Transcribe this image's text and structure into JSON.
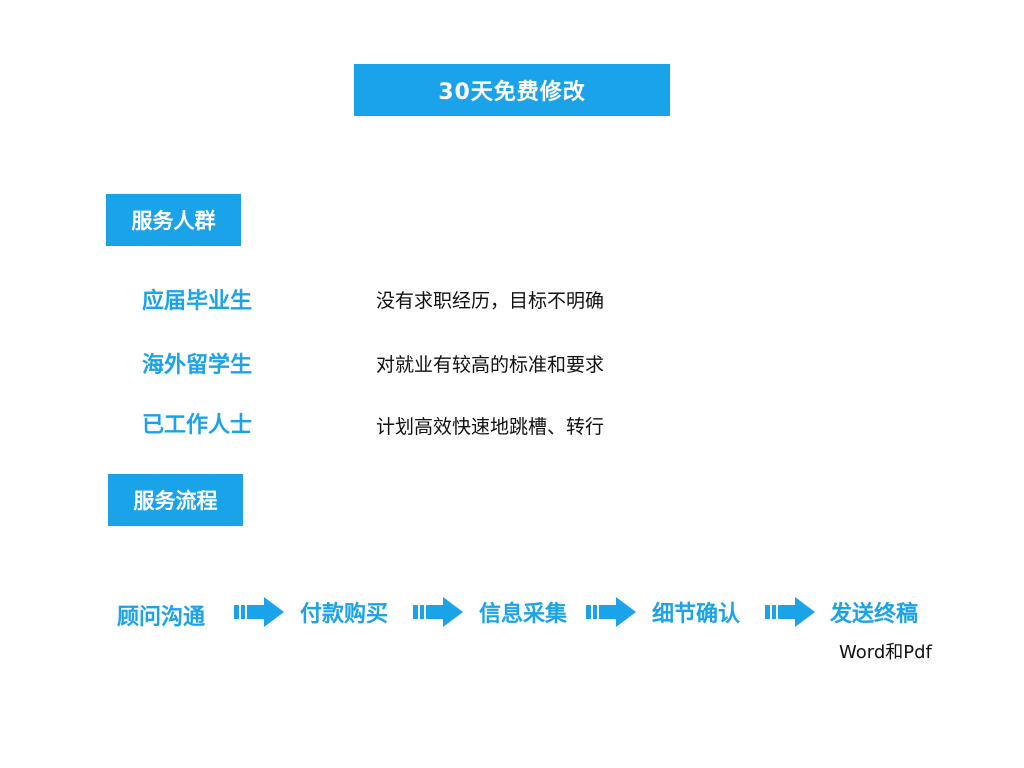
{
  "title": "30天免费修改",
  "audience": {
    "heading": "服务人群",
    "rows": [
      {
        "label": "应届毕业生",
        "desc": "没有求职经历，目标不明确"
      },
      {
        "label": "海外留学生",
        "desc": "对就业有较高的标准和要求"
      },
      {
        "label": "已工作人士",
        "desc": "计划高效快速地跳槽、转行"
      }
    ]
  },
  "process": {
    "heading": "服务流程",
    "steps": [
      "顾问沟通",
      "付款购买",
      "信息采集",
      "细节确认",
      "发送终稿"
    ],
    "final_note": "Word和Pdf"
  },
  "colors": {
    "accent": "#1aa3e8",
    "text": "#111111",
    "background": "#ffffff"
  },
  "icons": {
    "step_arrow": "arrow-right-icon"
  }
}
